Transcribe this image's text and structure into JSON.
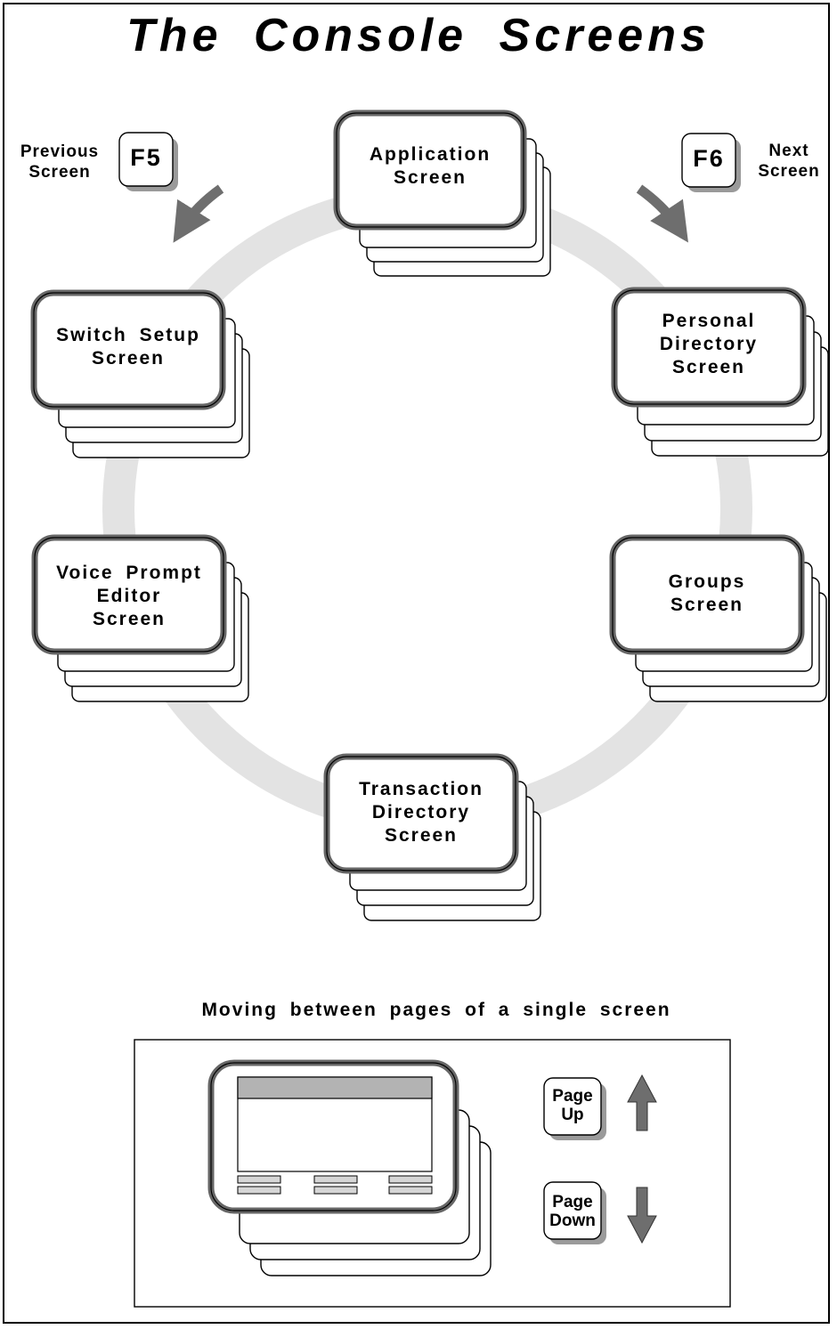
{
  "title": "The Console Screens",
  "screens": [
    {
      "id": "application",
      "label": "Application\nScreen"
    },
    {
      "id": "personal-directory",
      "label": "Personal\nDirectory\nScreen"
    },
    {
      "id": "groups",
      "label": "Groups\nScreen"
    },
    {
      "id": "transaction-directory",
      "label": "Transaction\nDirectory\nScreen"
    },
    {
      "id": "voice-prompt-editor",
      "label": "Voice Prompt\nEditor\nScreen"
    },
    {
      "id": "switch-setup",
      "label": "Switch Setup\nScreen"
    }
  ],
  "navigation": {
    "previous": {
      "key": "F5",
      "label": "Previous\nScreen"
    },
    "next": {
      "key": "F6",
      "label": "Next\nScreen"
    }
  },
  "paging": {
    "subtitle": "Moving between pages of a single screen",
    "page_up": "Page\nUp",
    "page_down": "Page\nDown"
  },
  "colors": {
    "ring": "#e3e3e3",
    "arrow": "#6e6e6e",
    "key_shadow": "#9a9a9a",
    "bar": "#b3b3b3"
  }
}
